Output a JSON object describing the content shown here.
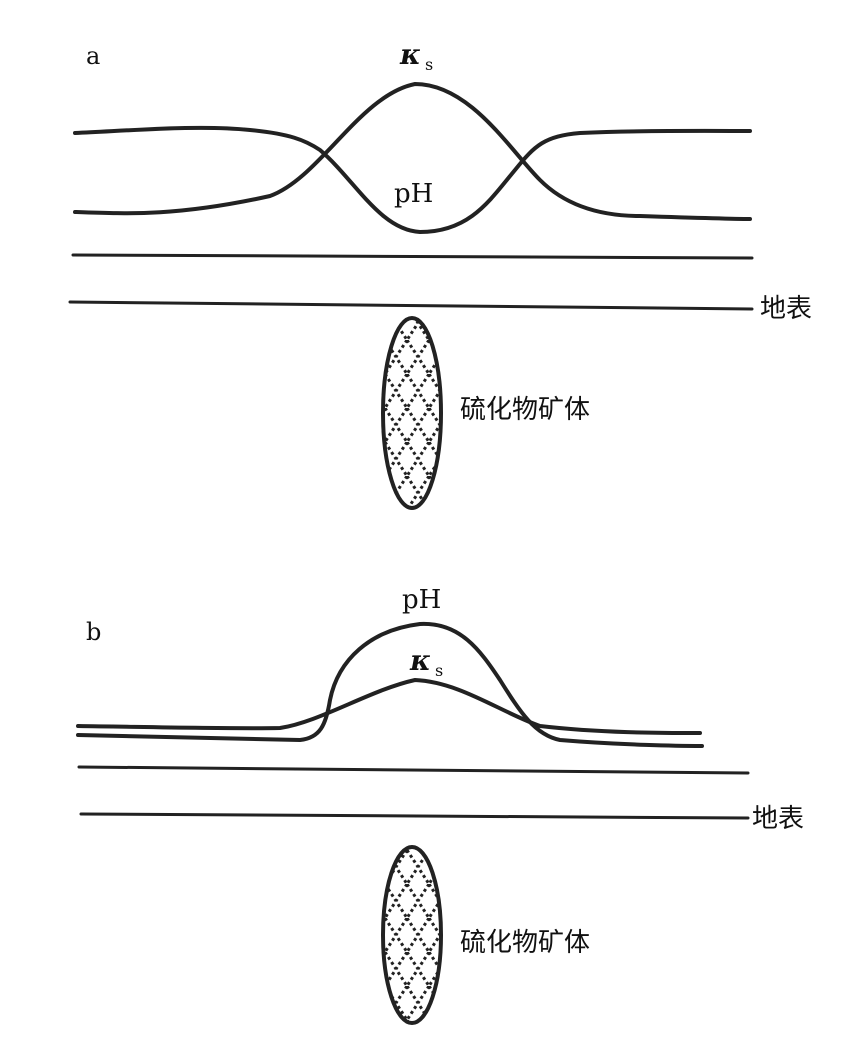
{
  "colors": {
    "stroke": "#222222",
    "background": "#ffffff"
  },
  "panel_a": {
    "letter": "a",
    "kappa_symbol": "κ",
    "kappa_subscript": "s",
    "ph_label": "pH",
    "surface_label": "地表",
    "orebody_label": "硫化物矿体"
  },
  "panel_b": {
    "letter": "b",
    "kappa_symbol": "κ",
    "kappa_subscript": "s",
    "ph_label": "pH",
    "surface_label": "地表",
    "orebody_label": "硫化物矿体"
  }
}
